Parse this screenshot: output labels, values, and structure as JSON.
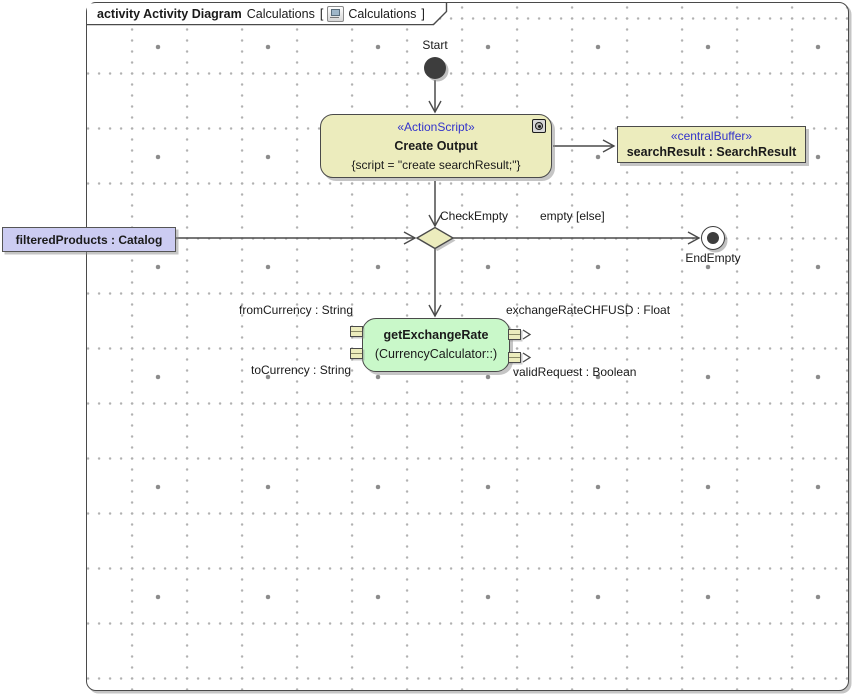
{
  "frame": {
    "kind_label": "activity Activity Diagram",
    "diagram_name": "Calculations",
    "bracket_open": "[",
    "bracket_close": "]",
    "ref_name": "Calculations"
  },
  "nodes": {
    "start": {
      "label": "Start"
    },
    "create_output": {
      "stereotype": "«ActionScript»",
      "name": "Create Output",
      "body": "{script = \"create searchResult;\"}"
    },
    "search_result": {
      "stereotype": "«centralBuffer»",
      "name": "searchResult : SearchResult"
    },
    "check_empty": {
      "label": "CheckEmpty"
    },
    "end_empty": {
      "label": "EndEmpty"
    },
    "filtered_products": {
      "label": "filteredProducts : Catalog"
    },
    "get_exchange_rate": {
      "name": "getExchangeRate",
      "qualifier": "(CurrencyCalculator::)",
      "pin_labels": {
        "from_currency": "fromCurrency : String",
        "to_currency": "toCurrency : String",
        "exchange_rate": "exchangeRateCHFUSD : Float",
        "valid_request": "validRequest : Boolean"
      }
    }
  },
  "edges": {
    "empty_guard": "empty [else]"
  },
  "colors": {
    "stereotype_blue": "#3333CC",
    "node_tan": "#ECECBD",
    "node_green": "#C9F8C9",
    "node_lavender": "#CCCCF2",
    "line": "#4a4a4a"
  }
}
